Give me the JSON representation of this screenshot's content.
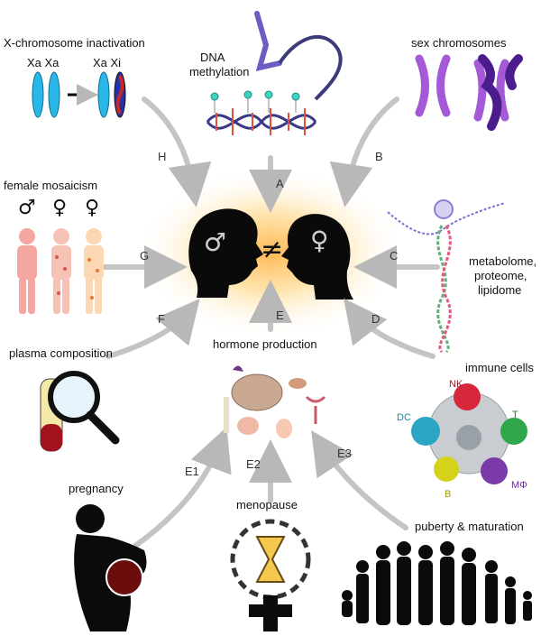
{
  "center": {
    "not_equal": "≠",
    "male_symbol": "♂",
    "female_symbol": "♀"
  },
  "panels": {
    "x_inactivation": {
      "title": "X-chromosome inactivation",
      "left_pair": "Xa Xa",
      "right_pair": "Xa Xi"
    },
    "dna_methylation": {
      "title_line1": "DNA",
      "title_line2": "methylation"
    },
    "sex_chromosomes": {
      "title": "sex chromosomes"
    },
    "female_mosaicism": {
      "title": "female mosaicism",
      "symbols": [
        "♂",
        "♀",
        "♀"
      ]
    },
    "omics": {
      "line1": "metabolome,",
      "line2": "proteome,",
      "line3": "lipidome"
    },
    "plasma": {
      "title": "plasma composition"
    },
    "hormone": {
      "title": "hormone production"
    },
    "immune": {
      "title": "immune cells",
      "cells": [
        "NK",
        "T",
        "DC",
        "B",
        "MΦ"
      ]
    },
    "pregnancy": {
      "title": "pregnancy"
    },
    "menopause": {
      "title": "menopause"
    },
    "puberty": {
      "title": "puberty & maturation"
    }
  },
  "arrow_letters": [
    "A",
    "B",
    "C",
    "D",
    "E",
    "F",
    "G",
    "H",
    "E1",
    "E2",
    "E3"
  ],
  "colors": {
    "glow": "#ffcf70",
    "arrow": "#c8c8c8",
    "chromosome_blue": "#29b6e8",
    "chromosome_purple": "#a45ad6",
    "xi_red": "#c62828"
  }
}
